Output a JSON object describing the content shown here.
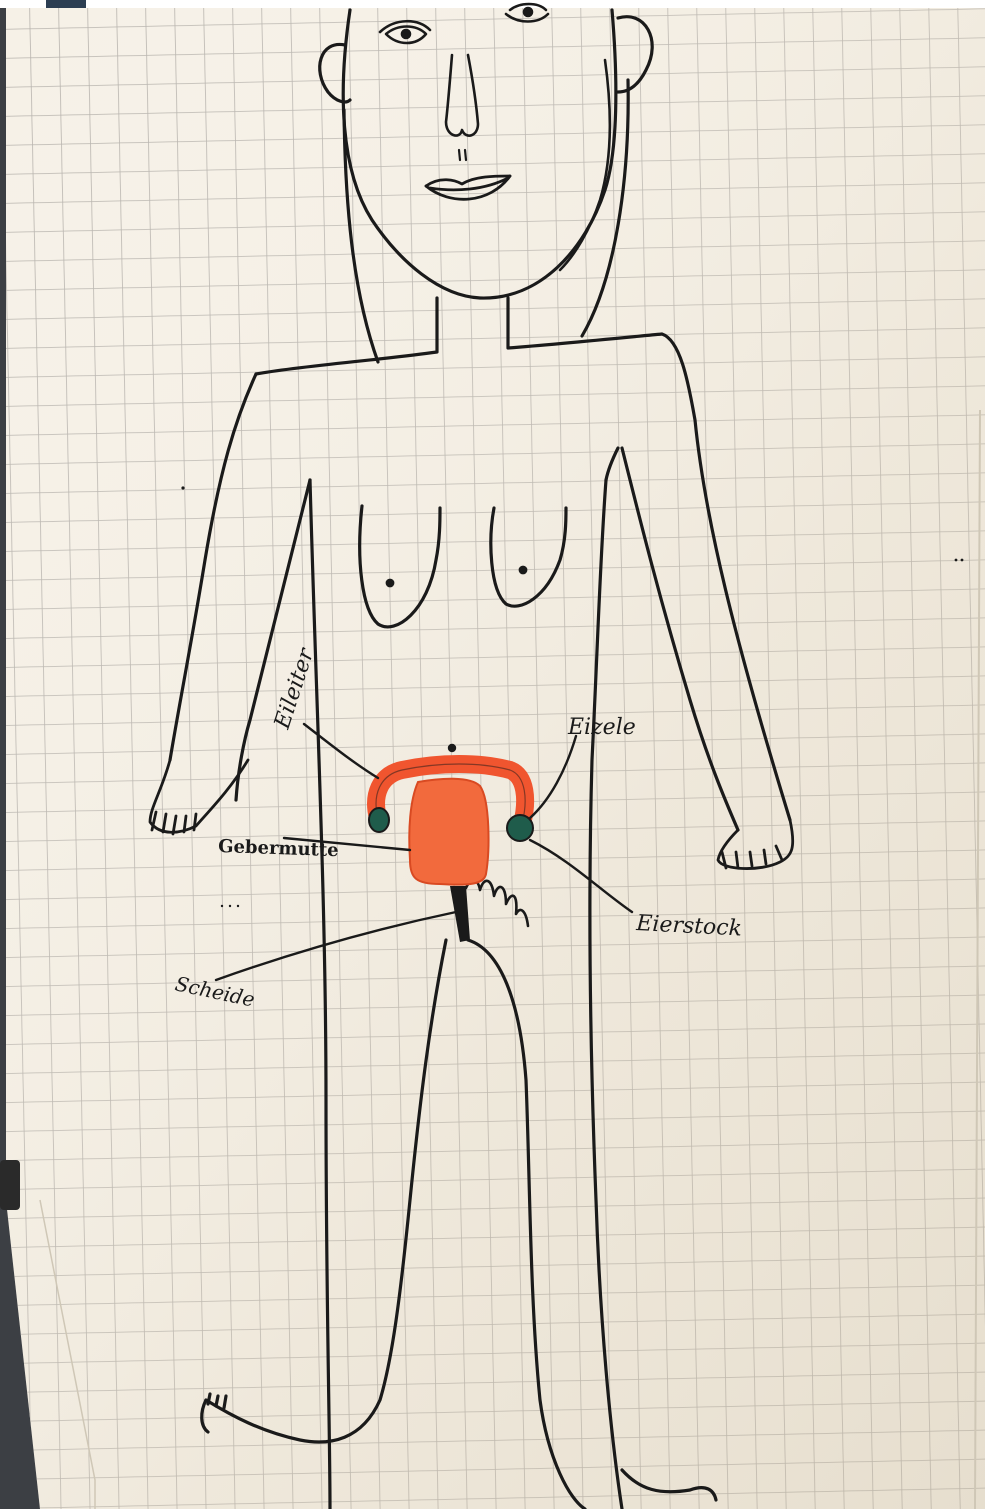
{
  "scene": "hand-drawn anatomy sketch on grid flip-chart paper",
  "colors": {
    "paper": "#f6f1e7",
    "paper_shadow": "#e9e1d0",
    "grid": "#b7b3ad",
    "ink": "#1a1a1a",
    "uterus": "#f26a3d",
    "tube": "#f0552f",
    "ovary": "#1f5c4b"
  },
  "labels": {
    "eileiter": "Eileiter",
    "eizelle": "Eizele",
    "gebaermutter": "Gebermutte",
    "eierstock": "Eierstock",
    "scheide": "Scheide"
  }
}
